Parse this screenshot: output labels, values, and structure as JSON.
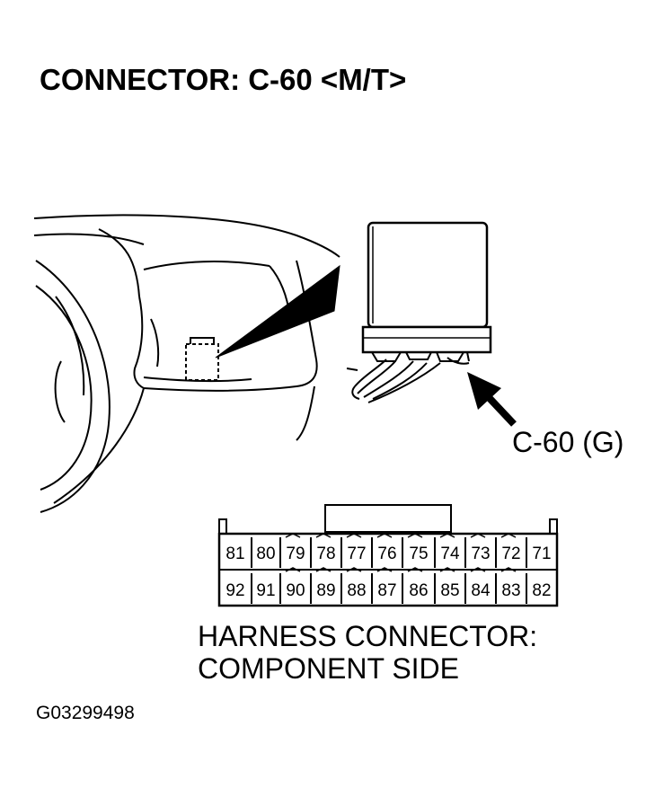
{
  "title": "CONNECTOR: C-60 <M/T>",
  "callout_label": "C-60 (G)",
  "caption": {
    "line1": "HARNESS CONNECTOR:",
    "line2": "COMPONENT SIDE"
  },
  "figure_id": "G03299498",
  "connector": {
    "top_row": [
      "81",
      "80",
      "79",
      "78",
      "77",
      "76",
      "75",
      "74",
      "73",
      "72",
      "71"
    ],
    "bottom_row": [
      "92",
      "91",
      "90",
      "89",
      "88",
      "87",
      "86",
      "85",
      "84",
      "83",
      "82"
    ]
  }
}
